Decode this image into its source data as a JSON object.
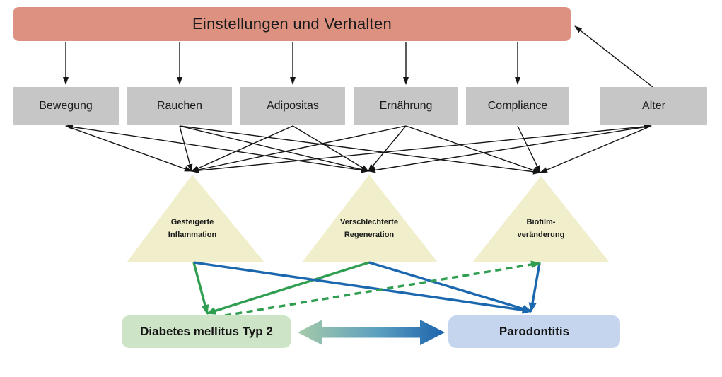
{
  "top_box": {
    "label": "Einstellungen und Verhalten"
  },
  "factors": [
    {
      "id": "bewegung",
      "label": "Bewegung"
    },
    {
      "id": "rauchen",
      "label": "Rauchen"
    },
    {
      "id": "adipositas",
      "label": "Adipositas"
    },
    {
      "id": "ernaehrung",
      "label": "Ernährung"
    },
    {
      "id": "compliance",
      "label": "Compliance"
    },
    {
      "id": "alter",
      "label": "Alter"
    }
  ],
  "mechanisms": [
    {
      "id": "m1",
      "lines": [
        "Gesteigerte",
        "Inflammation"
      ]
    },
    {
      "id": "m2",
      "lines": [
        "Verschlechterte",
        "Regeneration"
      ]
    },
    {
      "id": "m3",
      "lines": [
        "Biofilm-",
        "veränderung"
      ]
    }
  ],
  "outcomes": [
    {
      "id": "diabetes",
      "label": "Diabetes mellitus Typ 2"
    },
    {
      "id": "parodontitis",
      "label": "Parodontitis"
    }
  ],
  "edges": [
    {
      "from": "top",
      "to": "bewegung"
    },
    {
      "from": "top",
      "to": "rauchen"
    },
    {
      "from": "top",
      "to": "adipositas"
    },
    {
      "from": "top",
      "to": "ernaehrung"
    },
    {
      "from": "top",
      "to": "compliance"
    },
    {
      "from": "alter",
      "to": "top"
    },
    {
      "from": "bewegung",
      "to": "m1"
    },
    {
      "from": "bewegung",
      "to": "m2",
      "two_way": true
    },
    {
      "from": "rauchen",
      "to": "m1"
    },
    {
      "from": "rauchen",
      "to": "m2"
    },
    {
      "from": "rauchen",
      "to": "m3"
    },
    {
      "from": "adipositas",
      "to": "m1"
    },
    {
      "from": "adipositas",
      "to": "m2"
    },
    {
      "from": "ernaehrung",
      "to": "m1"
    },
    {
      "from": "ernaehrung",
      "to": "m2"
    },
    {
      "from": "ernaehrung",
      "to": "m3"
    },
    {
      "from": "compliance",
      "to": "m3"
    },
    {
      "from": "alter",
      "to": "m1",
      "two_way": true
    },
    {
      "from": "alter",
      "to": "m2"
    },
    {
      "from": "alter",
      "to": "m3"
    }
  ],
  "colored_links": [
    {
      "from": "m1",
      "to": "diabetes",
      "color": "green",
      "style": "solid"
    },
    {
      "from": "m2",
      "to": "diabetes",
      "color": "green",
      "style": "solid"
    },
    {
      "from": "m1",
      "to": "parodontitis",
      "color": "blue",
      "style": "solid"
    },
    {
      "from": "m2",
      "to": "parodontitis",
      "color": "blue",
      "style": "solid"
    },
    {
      "from": "m3",
      "to": "parodontitis",
      "color": "blue",
      "style": "solid"
    },
    {
      "from": "diabetes",
      "to": "m3",
      "color": "green",
      "style": "dashed"
    }
  ],
  "colors": {
    "salmon": "#dd9281",
    "gray_box": "#c6c6c6",
    "triangle": "#f0eecb",
    "diabetes_green_bg": "#cde4c6",
    "parodontitis_blue_bg": "#c5d5ee",
    "line_black": "#151515",
    "line_green": "#2f9e50",
    "line_blue": "#1c68ae",
    "gradient_left": "#a6caa9",
    "gradient_right": "#1c63ac"
  }
}
